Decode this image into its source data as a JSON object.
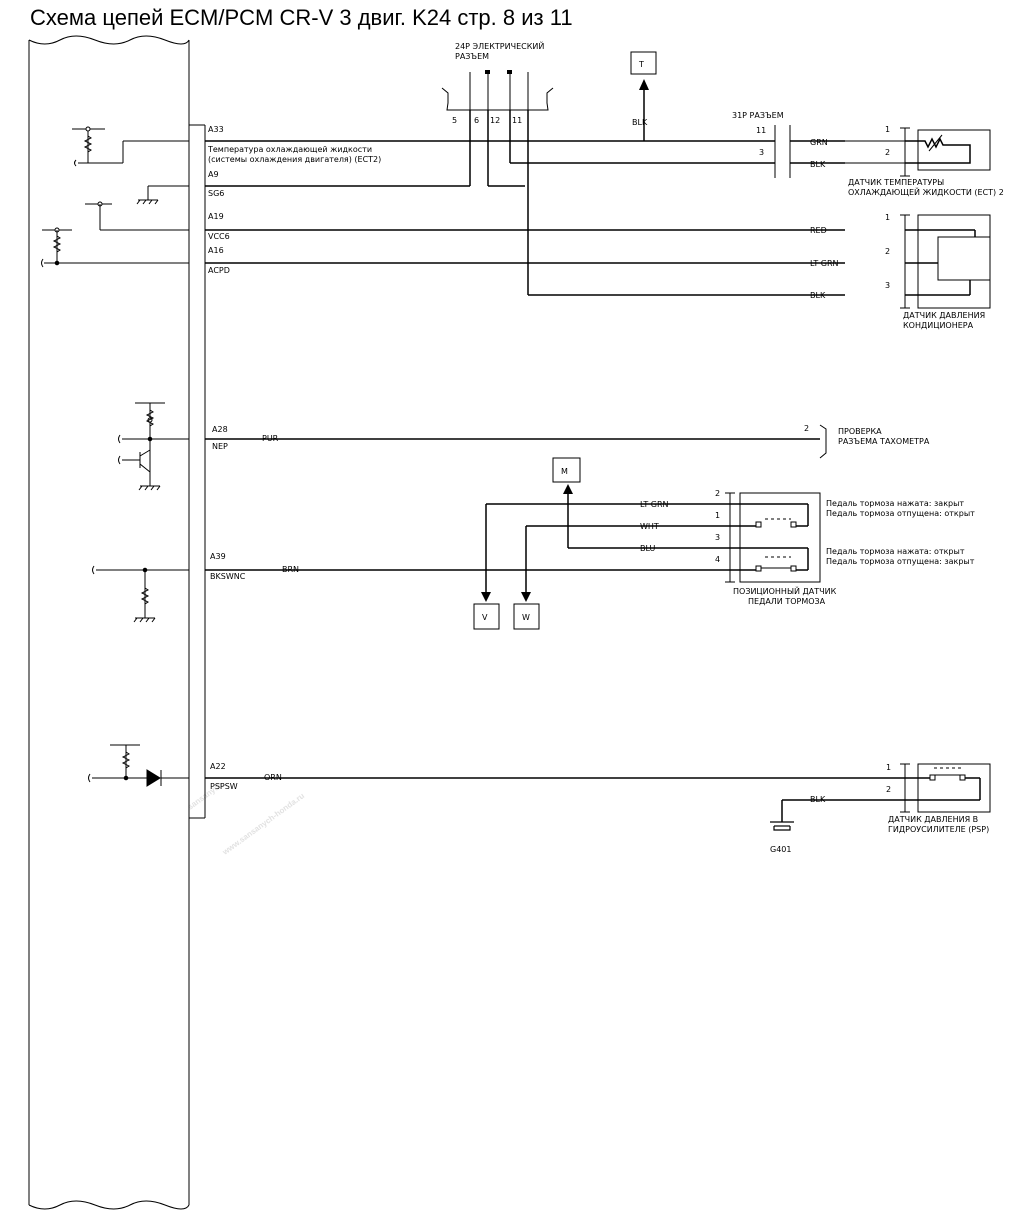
{
  "title": "Схема цепей ECM/PCM CR-V 3 двиг. K24 стр. 8 из 11",
  "pins": {
    "a33": "A33",
    "ect_desc_1": "Температура охлаждающей жидкости",
    "ect_desc_2": "(системы охлаждения двигателя) (ECT2)",
    "a9": "A9",
    "sg6": "SG6",
    "a19": "A19",
    "vcc6": "VCC6",
    "a16": "A16",
    "acpd": "ACPD",
    "a28": "A28",
    "nep": "NEP",
    "a39": "A39",
    "bkswnc": "BKSWNC",
    "a22": "A22",
    "pspsw": "PSPSW"
  },
  "connector24p": {
    "label_1": "24P ЭЛЕКТРИЧЕСКИЙ",
    "label_2": "РАЗЪЕМ",
    "pins": [
      "5",
      "6",
      "12",
      "11"
    ]
  },
  "connector31p": {
    "label": "31P РАЗЪЕМ",
    "pins": [
      "11",
      "3"
    ]
  },
  "refs": {
    "t": "T",
    "m": "M",
    "v": "V",
    "w": "W"
  },
  "wires": {
    "blk_t": "BLK",
    "grn": "GRN",
    "blk_ect": "BLK",
    "red": "RED",
    "lt_grn_ac": "LT GRN",
    "blk_ac": "BLK",
    "pur": "PUR",
    "lt_grn_brake": "LT GRN",
    "wht": "WHT",
    "blu": "BLU",
    "brn": "BRN",
    "orn": "ORN",
    "blk_psp": "BLK"
  },
  "components": {
    "ect": {
      "pins": [
        "1",
        "2"
      ],
      "label_1": "ДАТЧИК ТЕМПЕРАТУРЫ",
      "label_2": "ОХЛАЖДАЮЩЕЙ ЖИДКОСТИ (ECT) 2"
    },
    "ac": {
      "pins": [
        "1",
        "2",
        "3"
      ],
      "label_1": "ДАТЧИК ДАВЛЕНИЯ",
      "label_2": "КОНДИЦИОНЕРА"
    },
    "tach": {
      "pin": "2",
      "label_1": "ПРОВЕРКА",
      "label_2": "РАЗЪЕМА ТАХОМЕТРА"
    },
    "brake": {
      "pins": [
        "2",
        "1",
        "3",
        "4"
      ],
      "note_1": "Педаль тормоза нажата: закрыт",
      "note_2": "Педаль тормоза отпущена: открыт",
      "note_3": "Педаль тормоза нажата: открыт",
      "note_4": "Педаль тормоза отпущена: закрыт",
      "label_1": "ПОЗИЦИОННЫЙ ДАТЧИК",
      "label_2": "ПЕДАЛИ ТОРМОЗА"
    },
    "psp": {
      "pins": [
        "1",
        "2"
      ],
      "label_1": "ДАТЧИК ДАВЛЕНИЯ В",
      "label_2": "ГИДРОУСИЛИТЕЛЕ (PSP)"
    },
    "ground": "G401"
  },
  "watermark": {
    "line_1": "sansanych",
    "line_2": "www.sansanych-honda.ru"
  }
}
